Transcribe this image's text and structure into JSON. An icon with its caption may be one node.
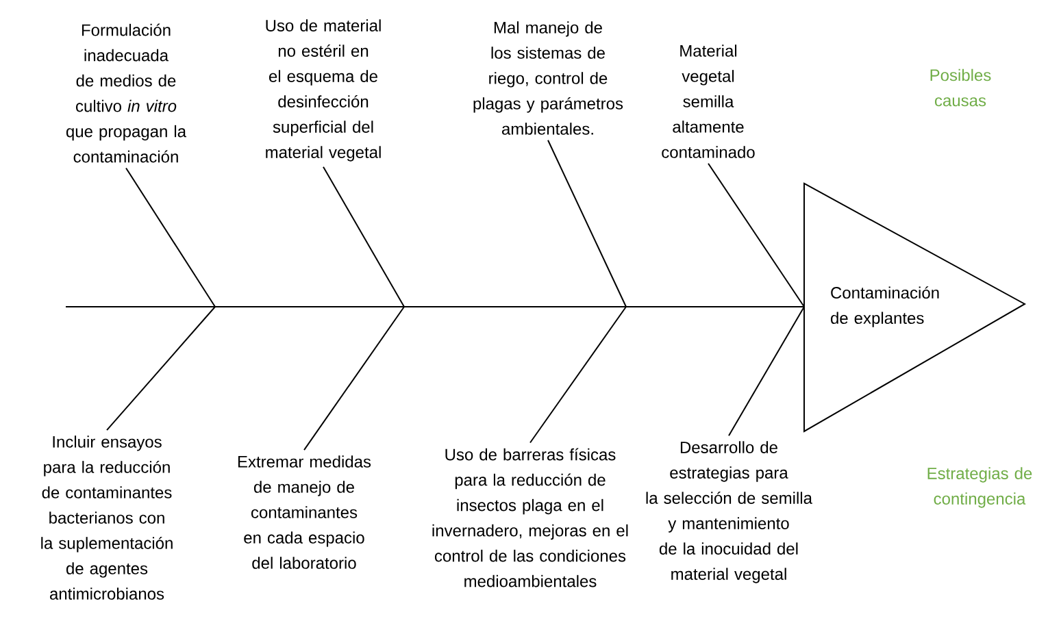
{
  "diagram": {
    "nodes": [
      {
        "text": [
          "Formulación inadecuada de medios de cultivo *in vitro* que propagan la contaminación"
        ]
      },
      {
        "text": [
          "Uso de material no estéril en el esquema de desinfección superficial del material vegetal"
        ]
      },
      {
        "text": [
          "Mal manejo de los sistemas de riego, control de plagas y parámetros ambientales."
        ]
      },
      {
        "text": [
          "Material vegetal semilla altamente contaminado"
        ]
      },
      {
        "text": [
          "Incluir ensayos para la reducción de contaminantes bacterianos con la suplementación de agentes antimicrobianos"
        ]
      },
      {
        "text": [
          "Extremar medidas de manejo de contaminantes en cada espacio del laboratorio"
        ]
      },
      {
        "text": [
          "Uso de barreras físicas para la reducción de insectos plaga en el invernadero, mejoras en el control de las condiciones medioambientales"
        ]
      },
      {
        "text": [
          "Desarrollo de estrategias para la selección de semilla y mantenimiento de la inocuidad del material vegetal"
        ]
      },
      {
        "text": [
          "Contaminación de explantes"
        ]
      }
    ],
    "edges": [
      {
        "from": null,
        "to": 8,
        "arrow": "none"
      },
      {
        "from": 0,
        "to": null,
        "arrow": "none"
      },
      {
        "from": 1,
        "to": null,
        "arrow": "none"
      },
      {
        "from": 2,
        "to": null,
        "arrow": "none"
      },
      {
        "from": 3,
        "to": 8,
        "arrow": "none"
      },
      {
        "from": 4,
        "to": null,
        "arrow": "none"
      },
      {
        "from": 5,
        "to": null,
        "arrow": "none"
      },
      {
        "from": 6,
        "to": null,
        "arrow": "none"
      },
      {
        "from": 7,
        "to": 8,
        "arrow": "none"
      }
    ],
    "labels": [
      "Posibles causas",
      "Estrategias de contingencia"
    ]
  }
}
